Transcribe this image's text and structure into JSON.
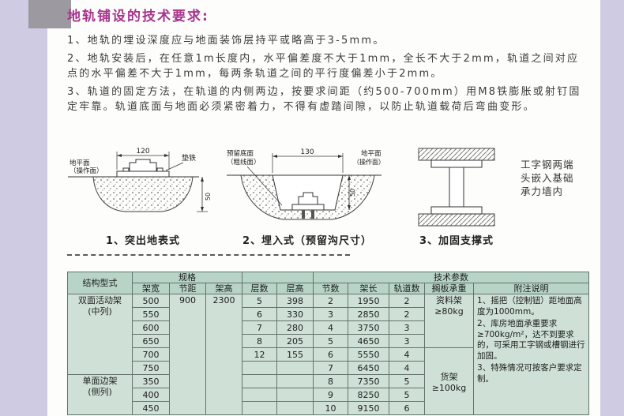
{
  "page": {
    "title": "地轨铺设的技术要求:",
    "paragraphs": [
      "1、地轨的埋设深度应与地面装饰层持平或略高于3-5mm。",
      "2、地轨安装后，在任意1m长度内，水平偏差度不大于1mm，全长不大于2mm，轨道之间对应点的水平偏差不大于1mm，每两条轨道之间的平行度偏差小于2mm。",
      "3、轨道的固定方法，在轨道的内侧两边，按要求间距（约500-700mm）用M8铁膨胀或射钉固定牢靠。轨道底面与地面必须紧密着力，不得有虚踏间隙，以防止轨道载荷后弯曲变形。"
    ]
  },
  "diagrams": {
    "d1": {
      "caption": "1、突出地表式",
      "dim_width": "120",
      "dim_depth": "50",
      "pad_label": "垫铁",
      "ground_label": "地平面",
      "ground_label2": "（操作面）"
    },
    "d2": {
      "caption": "2、埋入式（预留沟尺寸）",
      "dim_width": "130",
      "dim_depth": "50",
      "reserve_label": "预留底面",
      "reserve_label2": "（粗线面）",
      "ground_label": "地平面",
      "ground_label2": "（操作面）"
    },
    "d3": {
      "caption": "3、加固支撑式",
      "note": "工字钢两端头嵌入基础承力墙内"
    }
  },
  "table": {
    "structure_header": "结构型式",
    "spec_header": "规格",
    "tech_header": "技术参数",
    "col_headers": [
      "架宽",
      "节距",
      "架高",
      "层数",
      "层高",
      "节数",
      "架长",
      "轨道数",
      "搁板承重",
      "附注说明"
    ],
    "group1": "双面活动架",
    "group1b": "(中列)",
    "group2": "单面边架",
    "group2b": "(侧列)",
    "widths": [
      "500",
      "550",
      "600",
      "650",
      "700",
      "750",
      "350",
      "400",
      "450"
    ],
    "pitch": "900",
    "rack_height": "2300",
    "layer_counts": [
      "5",
      "6",
      "7",
      "8",
      "12"
    ],
    "layer_heights": [
      "398",
      "330",
      "280",
      "205",
      "155"
    ],
    "section_counts": [
      "2",
      "3",
      "4",
      "5",
      "6",
      "7",
      "8",
      "9",
      "10"
    ],
    "rack_lengths": [
      "1950",
      "2850",
      "3750",
      "4650",
      "5550",
      "6450",
      "7350",
      "8250",
      "9150"
    ],
    "rail_counts": [
      "2",
      "2",
      "3",
      "3",
      "4",
      "4",
      "5",
      "5",
      "6"
    ],
    "load1": "资料架",
    "load1_value": "≥80kg",
    "load2": "货架",
    "load2_value": "≥100kg",
    "notes": [
      "1、摇把（控制钮）距地面高度为1000mm。",
      "2、库房地面承重要求≥700kg/m²，达不到要求的，可采用工字钢或槽钢进行加固。",
      "3、特殊情况可按客户要求定制。"
    ]
  },
  "colors": {
    "accent": "#a8348e",
    "table_header_bg": "#b7d4c6",
    "table_cell_bg": "#cfe1d6",
    "page_margin": "#cfcbe3"
  }
}
